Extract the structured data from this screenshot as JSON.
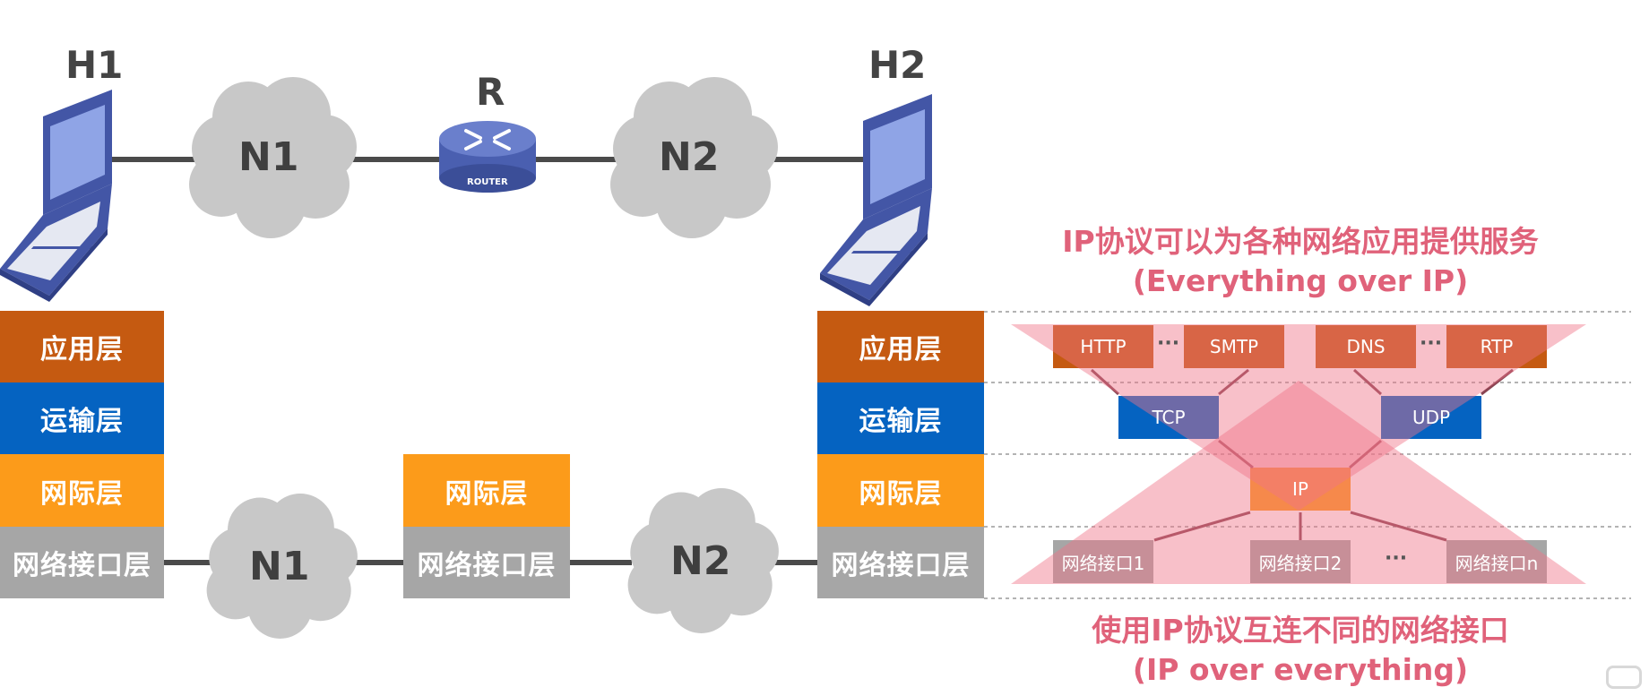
{
  "topology": {
    "hosts": [
      {
        "id": "H1",
        "label": "H1"
      },
      {
        "id": "H2",
        "label": "H2"
      }
    ],
    "router": {
      "label": "R",
      "badge": "ROUTER"
    },
    "networks": [
      "N1",
      "N2"
    ]
  },
  "stacks": {
    "host_layers": [
      "应用层",
      "运输层",
      "网际层",
      "网络接口层"
    ],
    "router_layers": [
      "网际层",
      "网络接口层"
    ],
    "networks": [
      "N1",
      "N2"
    ]
  },
  "hourglass": {
    "top_caption": [
      "IP协议可以为各种网络应用提供服务",
      "(Everything over IP)"
    ],
    "bottom_caption": [
      "使用IP协议互连不同的网络接口",
      "(IP over everything)"
    ],
    "application": [
      "HTTP",
      "SMTP",
      "DNS",
      "RTP"
    ],
    "transport": [
      "TCP",
      "UDP"
    ],
    "network": "IP",
    "interfaces": [
      "网络接口1",
      "网络接口2",
      "网络接口n"
    ],
    "ellipsis": "···"
  },
  "colors": {
    "application": "#c55a11",
    "transport": "#0563c1",
    "internet": "#fc9b1a",
    "interface": "#a6a6a6",
    "accent": "#e0627a",
    "triangle": "#ef7488",
    "line": "#4a4a4a"
  }
}
